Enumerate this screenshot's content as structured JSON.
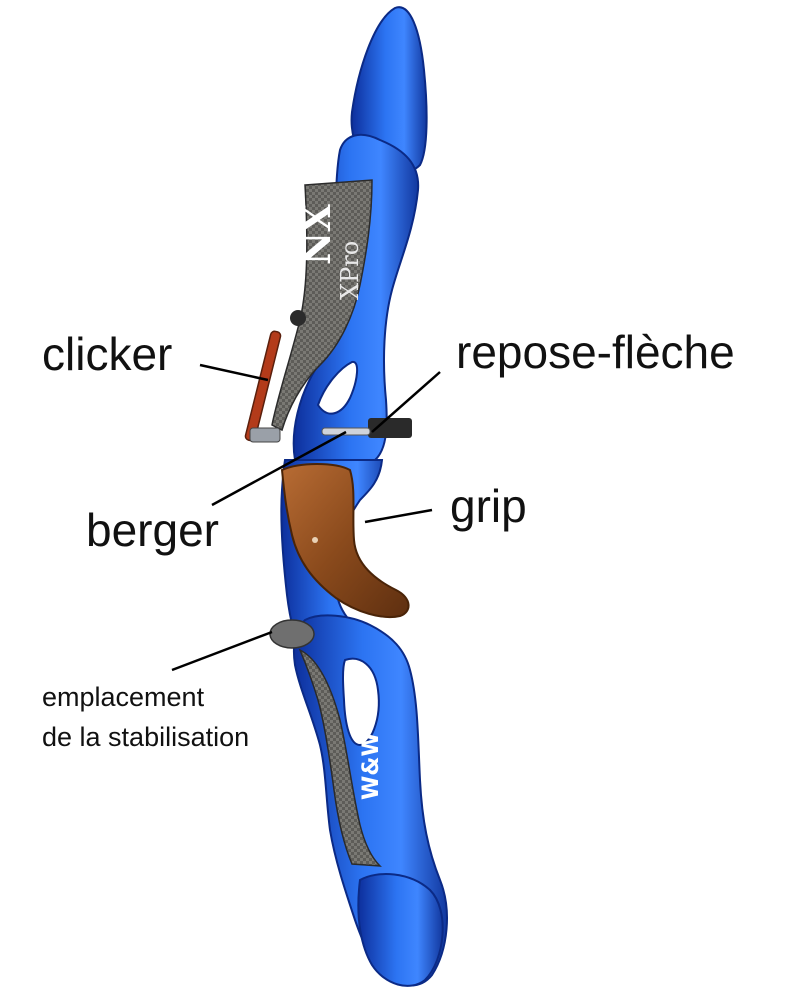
{
  "labels": {
    "clicker": "clicker",
    "repose_fleche": "repose-flèche",
    "berger": "berger",
    "grip": "grip",
    "stabilisation_line1": "emplacement",
    "stabilisation_line2": "de la stabilisation"
  },
  "riser_markings": {
    "model_upper": "NX",
    "model_upper_sub": "XPro",
    "brand_lower": "W&W"
  },
  "colors": {
    "riser_blue": "#1f5fe0",
    "riser_blue_dark": "#0d2f9c",
    "carbon_panel": "#6b6a66",
    "wood_grip": "#8a4a1c",
    "label_text": "#111111",
    "leader_line": "#000000"
  }
}
